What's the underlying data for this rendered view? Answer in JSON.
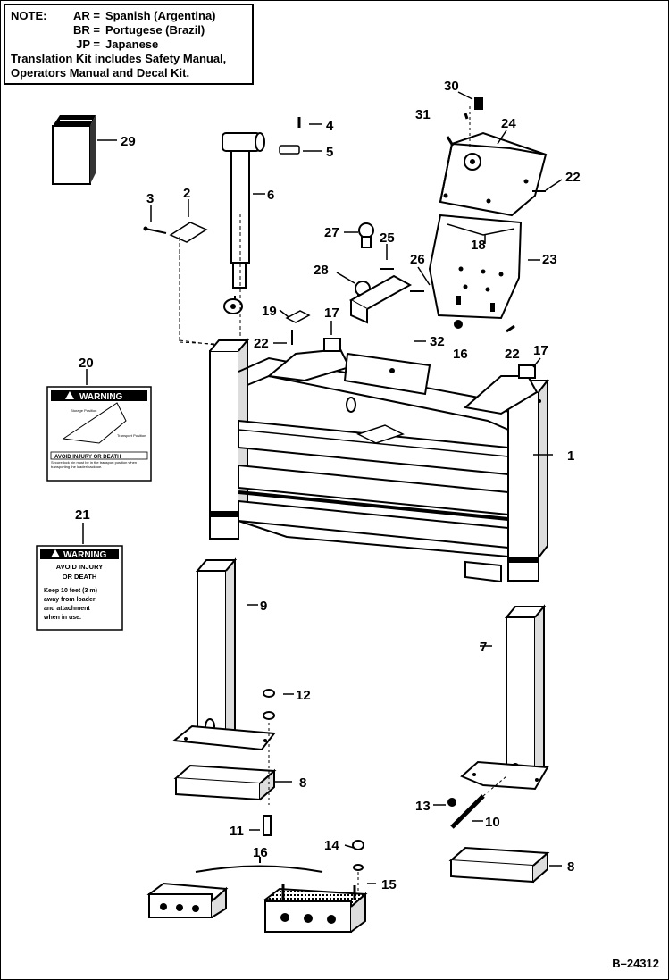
{
  "note": {
    "label": "NOTE:",
    "lines": [
      {
        "code": "AR =",
        "text": "Spanish (Argentina)"
      },
      {
        "code": "BR =",
        "text": "Portugese (Brazil)"
      },
      {
        "code": "JP =",
        "text": "Japanese"
      }
    ],
    "kit_line1": "Translation Kit includes Safety Manual,",
    "kit_line2": "Operators Manual and Decal Kit."
  },
  "callouts": {
    "c1": "1",
    "c2": "2",
    "c3": "3",
    "c4": "4",
    "c5": "5",
    "c6": "6",
    "c7": "7",
    "c8a": "8",
    "c8b": "8",
    "c9": "9",
    "c10": "10",
    "c11": "11",
    "c12": "12",
    "c13": "13",
    "c14": "14",
    "c15": "15",
    "c16": "16",
    "c17a": "17",
    "c17b": "17",
    "c18": "18",
    "c19": "19",
    "c20": "20",
    "c21": "21",
    "c22a": "22",
    "c22b": "22",
    "c22c": "22",
    "c23": "23",
    "c24": "24",
    "c25": "25",
    "c26": "26",
    "c27": "27",
    "c28": "28",
    "c29": "29",
    "c30": "30",
    "c31": "31",
    "c32": "32",
    "c16b": "16"
  },
  "decal20": {
    "title": "WARNING",
    "label_storage": "Storage Position",
    "label_transport": "Transport Position",
    "heading": "AVOID INJURY OR DEATH",
    "body": "Secure lock pin must be in the transport position when transporting the loader/backhoe."
  },
  "decal21": {
    "title": "WARNING",
    "heading1": "AVOID INJURY",
    "heading2": "OR DEATH",
    "body1": "Keep 10 feet (3 m)",
    "body2": "away from loader",
    "body3": "and attachment",
    "body4": "when in use."
  },
  "doc_id": "B–24312"
}
